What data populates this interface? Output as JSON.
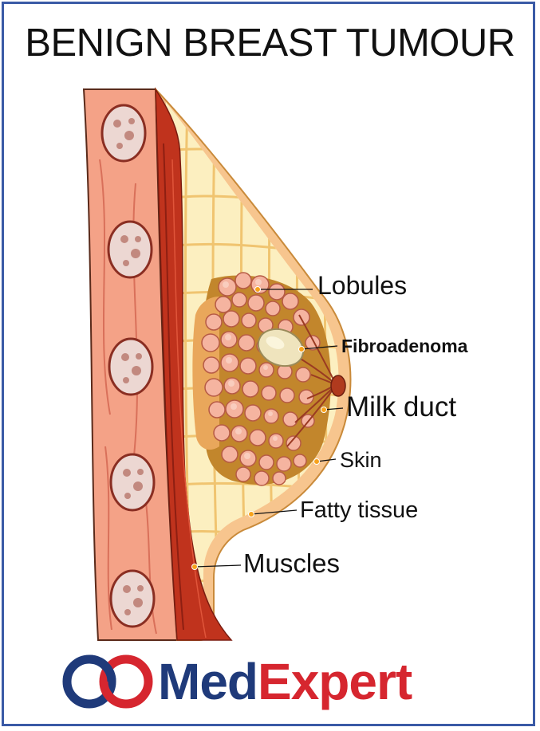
{
  "title": "BENIGN BREAST TUMOUR",
  "labels": {
    "lobules": "Lobules",
    "fibroadenoma": "Fibroadenoma",
    "milk_duct": "Milk duct",
    "skin": "Skin",
    "fatty_tissue": "Fatty tissue",
    "muscles": "Muscles"
  },
  "brand": {
    "part1": "Med",
    "part2": "Expert"
  },
  "colors": {
    "frame_border": "#3a5aa6",
    "brand_blue": "#1f3a7a",
    "brand_red": "#d6262f",
    "chest_wall": "#f4a287",
    "muscle": "#c0331d",
    "fat": "#fcefc0",
    "lobule": "#f5b4a0"
  }
}
